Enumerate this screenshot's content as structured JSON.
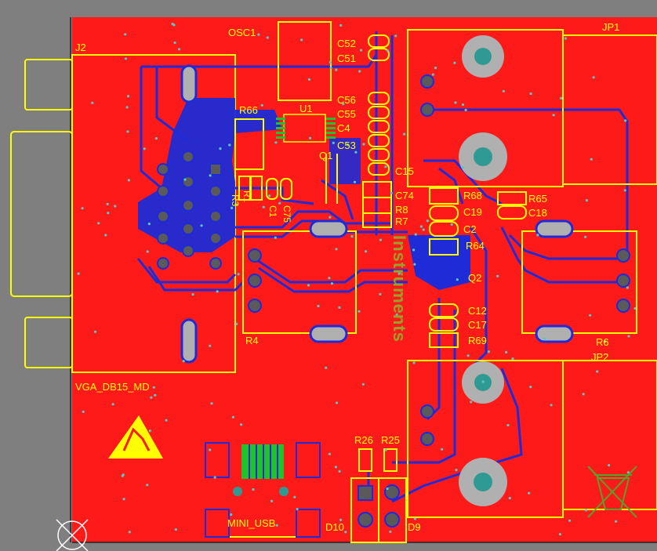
{
  "board": {
    "colors": {
      "background": "#7f7f7f",
      "copper_top": "#ff1a1a",
      "copper_bottom": "#1e2bd6",
      "silkscreen": "#ffff00",
      "pad": "#4a4a4a",
      "via": "#2f9a93",
      "smd_green": "#22c32a",
      "brand_silk": "#9aa12a"
    }
  },
  "labels": {
    "osc1": "OSC1",
    "j2": "J2",
    "jp1": "JP1",
    "jp2": "JP2",
    "c52": "C52",
    "c51": "C51",
    "c56": "C56",
    "c55": "C55",
    "c4": "C4",
    "c53": "C53",
    "c15": "C15",
    "c74": "C74",
    "r8": "R8",
    "r7": "R7",
    "r68": "R68",
    "r65": "R65",
    "c19": "C19",
    "c18": "C18",
    "c2": "C2",
    "r64": "R64",
    "q2": "Q2",
    "c12": "C12",
    "c17": "C17",
    "r69": "R69",
    "u1": "U1",
    "q1": "Q1",
    "r66": "R66",
    "r4": "R4",
    "r6": "R6",
    "r26": "R26",
    "r25": "R25",
    "d10": "D10",
    "d9": "D9",
    "vga": "VGA_DB15_MD",
    "mini_usb": "MINI_USB",
    "r1_v": "R1",
    "r3_v": "R3",
    "c1_v": "C1",
    "c75_v": "C75",
    "brand": "Instruments"
  },
  "icons": {
    "esd": "esd-warning-icon",
    "weee": "weee-bin-icon",
    "crosshair": "origin-crosshair-icon"
  }
}
